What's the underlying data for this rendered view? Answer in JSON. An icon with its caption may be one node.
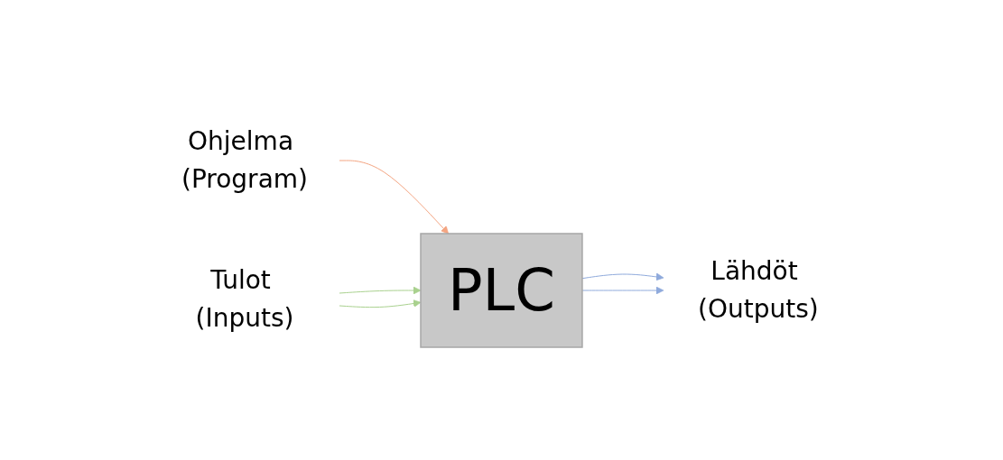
{
  "diagram": {
    "nodes": [
      {
        "text": [
          "Ohjelma (Program)"
        ]
      },
      {
        "text": [
          "Tulot (Inputs)"
        ]
      },
      {
        "text": [
          "PLC"
        ]
      },
      {
        "text": [
          "Lähdöt (Outputs)"
        ]
      }
    ],
    "edges": [
      {
        "from": 0,
        "to": 2,
        "arrow": "to",
        "color": "#f4a582"
      },
      {
        "from": 1,
        "to": 2,
        "arrow": "to",
        "color": "#a9d18e"
      },
      {
        "from": 1,
        "to": 2,
        "arrow": "to",
        "color": "#a9d18e"
      },
      {
        "from": 2,
        "to": 3,
        "arrow": "to",
        "color": "#8faadc"
      },
      {
        "from": 2,
        "to": 3,
        "arrow": "to",
        "color": "#8faadc"
      }
    ]
  }
}
